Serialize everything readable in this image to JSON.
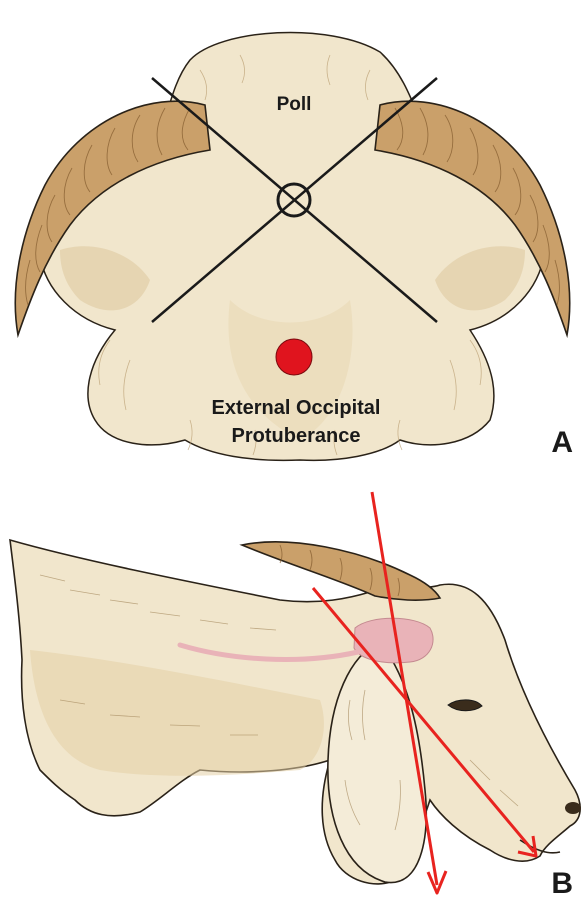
{
  "panel_a": {
    "letter": "A",
    "poll_label": "Poll",
    "occipital_label_line1": "External Occipital",
    "occipital_label_line2": "Protuberance"
  },
  "panel_b": {
    "letter": "B"
  },
  "colors": {
    "horn": "#caa06a",
    "horn_dark": "#8a6234",
    "wool": "#f1e6cc",
    "wool_shade": "#dcc79d",
    "outline": "#2a2218",
    "marker_red": "#e0141e",
    "arrow_red": "#e8231f",
    "gland_pink": "#e9b3b8"
  }
}
